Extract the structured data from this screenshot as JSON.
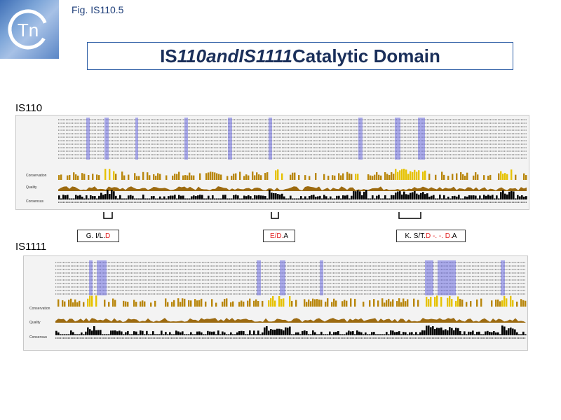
{
  "logo": {
    "text": "Tn"
  },
  "fig_label": "Fig. IS110.5",
  "title": {
    "part1": "IS",
    "part2": "110",
    "part3": " and ",
    "part4": "IS1111",
    "part5": " Catalytic Domain"
  },
  "panels": {
    "is110": {
      "label": "IS110",
      "track_labels": [
        "Conservation",
        "Quality",
        "Consensus"
      ]
    },
    "is1111": {
      "label": "IS1111",
      "track_labels": [
        "Conservation",
        "Quality",
        "Consensus"
      ]
    }
  },
  "motifs": [
    {
      "seg1": "G. I/L. ",
      "seg2": "D",
      "seg3": ""
    },
    {
      "seg1": "",
      "seg2": "E/D.",
      "seg3": " A"
    },
    {
      "seg1": "K. S/T. ",
      "seg2": "D -. -. D.",
      "seg3": " A"
    }
  ],
  "colors": {
    "title": "#1a2f5a",
    "border": "#2f5fa6",
    "highlight": "#5b5bd6",
    "conservation": "#c8a000",
    "consensus": "#000000",
    "motif_red": "#e02020"
  }
}
